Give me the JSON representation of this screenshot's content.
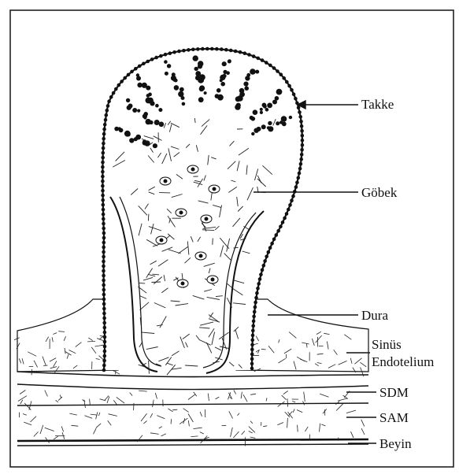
{
  "figure": {
    "labels": {
      "takke": "Takke",
      "gobek": "Göbek",
      "dura": "Dura",
      "sinus": "Sinüs",
      "endotelium": "Endotelium",
      "sdm": "SDM",
      "sam": "SAM",
      "beyin": "Beyin"
    },
    "colors": {
      "ink": "#111111",
      "paper": "#ffffff",
      "frame": "#222222"
    }
  }
}
